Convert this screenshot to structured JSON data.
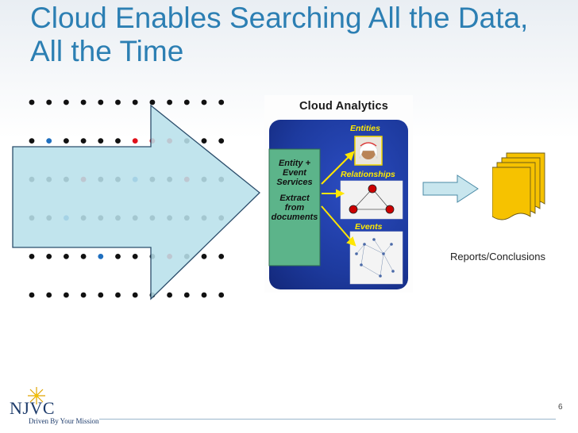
{
  "slide": {
    "title": "Cloud Enables Searching All the Data, All the Time",
    "page_number": "6"
  },
  "analytics_image": {
    "title": "Cloud Analytics",
    "services_box": {
      "line1": "Entity +",
      "line2": "Event",
      "line3": "Services",
      "line4": "Extract",
      "line5": "from",
      "line6": "documents"
    },
    "labels": {
      "entities": "Entities",
      "relationships": "Relationships",
      "events": "Events"
    }
  },
  "output": {
    "label": "Reports/Conclusions"
  },
  "logo": {
    "name": "NJVC",
    "tagline": "Driven By Your Mission"
  },
  "dot_grid": {
    "rows": 6,
    "columns": 12,
    "highlighted": [
      {
        "row": 2,
        "col": 2,
        "color": "blue"
      },
      {
        "row": 2,
        "col": 7,
        "color": "red"
      },
      {
        "row": 2,
        "col": 8,
        "color": "red"
      },
      {
        "row": 2,
        "col": 9,
        "color": "red"
      },
      {
        "row": 3,
        "col": 4,
        "color": "red"
      },
      {
        "row": 3,
        "col": 7,
        "color": "blue"
      },
      {
        "row": 3,
        "col": 10,
        "color": "red"
      },
      {
        "row": 4,
        "col": 3,
        "color": "blue"
      },
      {
        "row": 5,
        "col": 5,
        "color": "blue"
      },
      {
        "row": 5,
        "col": 9,
        "color": "red"
      }
    ]
  },
  "colors": {
    "title": "#2c7fb3",
    "arrow_fill": "#b8e0ea",
    "dot": "#111111",
    "blue": "#1f6fbf",
    "red": "#e0101a",
    "analytics_panel": "#1d3a9e",
    "services_box": "#5cb48a",
    "document": "#f6c200"
  }
}
